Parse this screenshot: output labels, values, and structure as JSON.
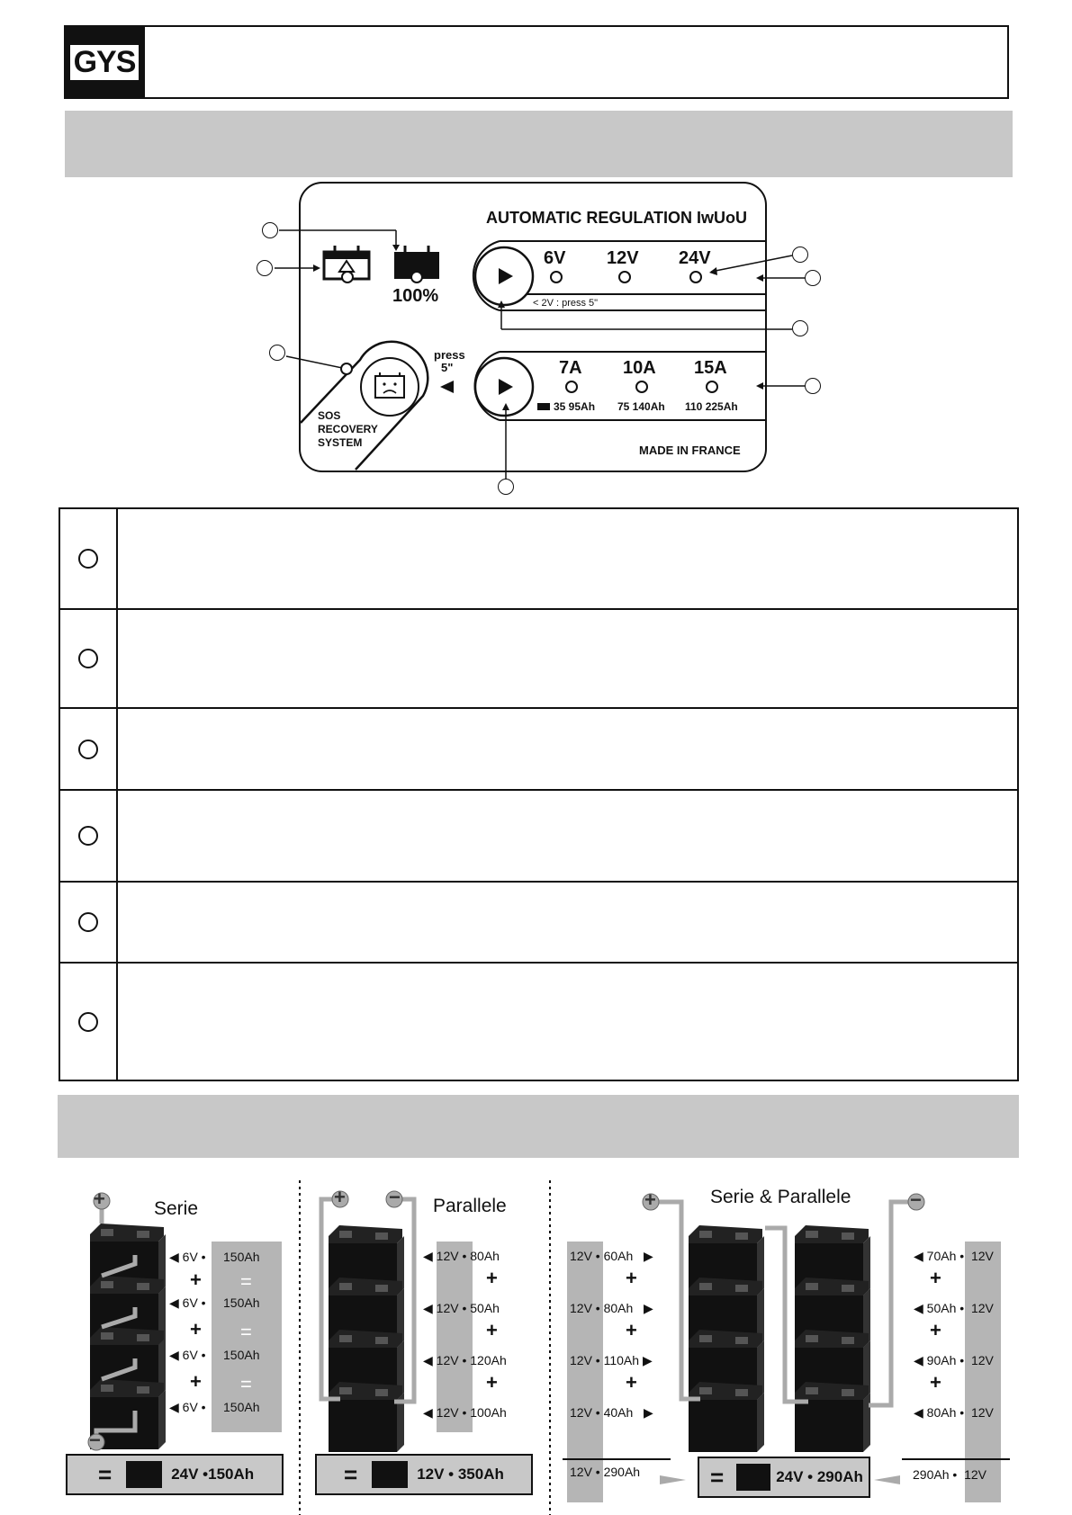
{
  "header": {
    "logo": "GYS"
  },
  "panel": {
    "title": "AUTOMATIC REGULATION  IwUoU",
    "full_charge": "100%",
    "voltages": [
      "6V",
      "12V",
      "24V"
    ],
    "low_voltage_hint": "< 2V : press 5\"",
    "press_label": "press",
    "press_time": "5\"",
    "currents": [
      "7A",
      "10A",
      "15A"
    ],
    "capacity_ranges": [
      "35 95Ah",
      "75 140Ah",
      "110 225Ah"
    ],
    "sos_lines": [
      "SOS",
      "RECOVERY",
      "SYSTEM"
    ],
    "made_in": "MADE IN FRANCE"
  },
  "legend_rows": 6,
  "diagram": {
    "serie": {
      "title": "Serie",
      "volts": [
        "6V",
        "6V",
        "6V",
        "6V"
      ],
      "amps": [
        "150Ah",
        "150Ah",
        "150Ah",
        "150Ah"
      ],
      "result": "24V  •150Ah"
    },
    "parallele": {
      "title": "Parallele",
      "volts": [
        "12V",
        "12V",
        "12V",
        "12V"
      ],
      "amps": [
        "80Ah",
        "50Ah",
        "120Ah",
        "100Ah"
      ],
      "result": "12V  •  350Ah"
    },
    "serie_parallele": {
      "title": "Serie & Parallele",
      "left_volts": [
        "12V",
        "12V",
        "12V",
        "12V"
      ],
      "left_amps": [
        "60Ah",
        "80Ah",
        "110Ah",
        "40Ah"
      ],
      "left_total_v": "12V",
      "left_total_ah": "290Ah",
      "right_amps": [
        "70Ah",
        "50Ah",
        "90Ah",
        "80Ah"
      ],
      "right_volts": [
        "12V",
        "12V",
        "12V",
        "12V"
      ],
      "right_total_ah": "290Ah",
      "right_total_v": "12V",
      "result": "24V • 290Ah"
    },
    "symbols": {
      "plus": "+",
      "minus": "−",
      "equals": "="
    }
  }
}
